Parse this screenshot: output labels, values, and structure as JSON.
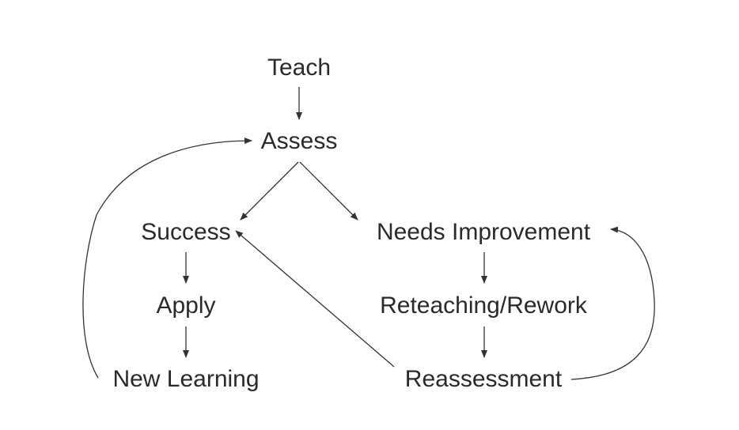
{
  "diagram": {
    "nodes": {
      "teach": "Teach",
      "assess": "Assess",
      "success": "Success",
      "needs_improvement": "Needs Improvement",
      "apply": "Apply",
      "reteaching": "Reteaching/Rework",
      "new_learning": "New Learning",
      "reassessment": "Reassessment"
    },
    "edges": [
      {
        "from": "Teach",
        "to": "Assess"
      },
      {
        "from": "Assess",
        "to": "Success"
      },
      {
        "from": "Assess",
        "to": "Needs Improvement"
      },
      {
        "from": "Success",
        "to": "Apply"
      },
      {
        "from": "Apply",
        "to": "New Learning"
      },
      {
        "from": "Needs Improvement",
        "to": "Reteaching/Rework"
      },
      {
        "from": "Reteaching/Rework",
        "to": "Reassessment"
      },
      {
        "from": "Reassessment",
        "to": "Success"
      },
      {
        "from": "Reassessment",
        "to": "Needs Improvement"
      },
      {
        "from": "New Learning",
        "to": "Assess"
      }
    ],
    "colors": {
      "text": "#2a2a2a",
      "line": "#333333",
      "background": "#ffffff"
    }
  }
}
